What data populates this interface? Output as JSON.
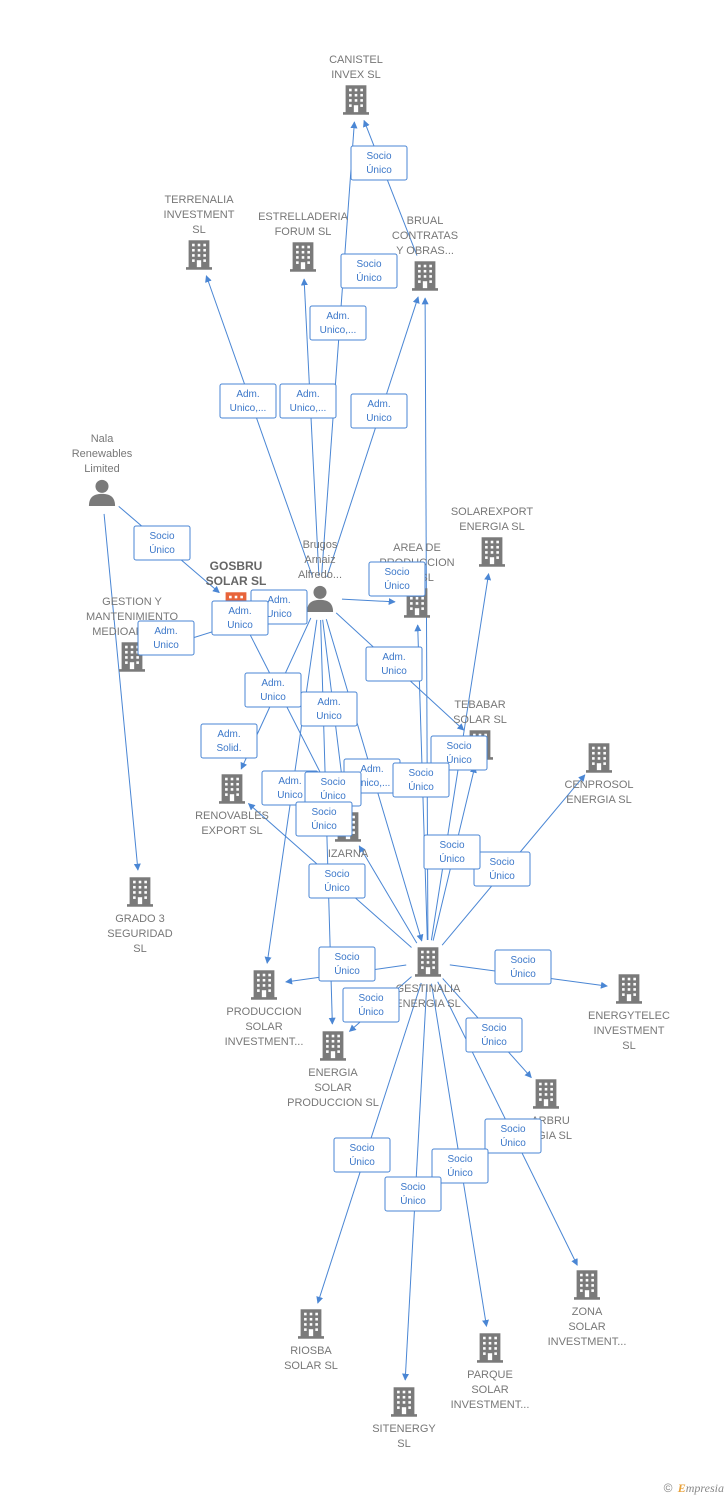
{
  "nodes": [
    {
      "id": "canistel",
      "type": "company",
      "lines": [
        "CANISTEL",
        "INVEX  SL"
      ]
    },
    {
      "id": "terrenalia",
      "type": "company",
      "lines": [
        "TERRENALIA",
        "INVESTMENT",
        "SL"
      ]
    },
    {
      "id": "estrelladeria",
      "type": "company",
      "lines": [
        "ESTRELLADERIA",
        "FORUM  SL"
      ]
    },
    {
      "id": "brual",
      "type": "company",
      "lines": [
        "BRUAL",
        "CONTRATAS",
        "Y OBRAS..."
      ]
    },
    {
      "id": "nala",
      "type": "person",
      "lines": [
        "Nala",
        "Renewables",
        "Limited"
      ]
    },
    {
      "id": "solarexport",
      "type": "company",
      "lines": [
        "SOLAREXPORT",
        "ENERGIA  SL"
      ]
    },
    {
      "id": "brugos",
      "type": "person",
      "lines": [
        "Brugos",
        "Arnaiz",
        "Alfredo..."
      ]
    },
    {
      "id": "gosbru",
      "type": "main",
      "lines": [
        "GOSBRU",
        "SOLAR  SL"
      ]
    },
    {
      "id": "area",
      "type": "company",
      "lines": [
        "AREA DE",
        "PRODUCCION",
        "...R  SL"
      ]
    },
    {
      "id": "gestion",
      "type": "company",
      "lines": [
        "GESTION Y",
        "MANTENIMIENTO",
        "MEDIOAMBIE..."
      ]
    },
    {
      "id": "tebabar",
      "type": "company",
      "lines": [
        "TEBABAR",
        "SOLAR  SL"
      ]
    },
    {
      "id": "cenprosol",
      "type": "company",
      "lines": [
        "CENPROSOL",
        "ENERGIA  SL"
      ]
    },
    {
      "id": "renovables",
      "type": "company",
      "lines": [
        "RENOVABLES",
        "EXPORT  SL"
      ]
    },
    {
      "id": "izarna",
      "type": "company",
      "lines": [
        "IZARNA",
        "...SL"
      ]
    },
    {
      "id": "grado3",
      "type": "company",
      "lines": [
        "GRADO 3",
        "SEGURIDAD",
        "SL"
      ]
    },
    {
      "id": "gestinalia",
      "type": "company",
      "lines": [
        "GESTINALIA",
        "ENERGIA  SL"
      ]
    },
    {
      "id": "produccion",
      "type": "company",
      "lines": [
        "PRODUCCION",
        "SOLAR",
        "INVESTMENT..."
      ]
    },
    {
      "id": "energytelec",
      "type": "company",
      "lines": [
        "ENERGYTELEC",
        "INVESTMENT",
        "SL"
      ]
    },
    {
      "id": "energiasolar",
      "type": "company",
      "lines": [
        "ENERGIA",
        "SOLAR",
        "PRODUCCION SL"
      ]
    },
    {
      "id": "garbru",
      "type": "company",
      "lines": [
        "...ARBRU",
        "...RGIA  SL"
      ]
    },
    {
      "id": "zona",
      "type": "company",
      "lines": [
        "ZONA",
        "SOLAR",
        "INVESTMENT..."
      ]
    },
    {
      "id": "riosba",
      "type": "company",
      "lines": [
        "RIOSBA",
        "SOLAR  SL"
      ]
    },
    {
      "id": "parque",
      "type": "company",
      "lines": [
        "PARQUE",
        "SOLAR",
        "INVESTMENT..."
      ]
    },
    {
      "id": "sitenergy",
      "type": "company",
      "lines": [
        "SITENERGY",
        "SL"
      ]
    }
  ],
  "edges": [
    {
      "from": "brual",
      "to": "canistel",
      "label": [
        "Socio",
        "Único"
      ]
    },
    {
      "from": "gestinalia",
      "to": "brual",
      "label": [
        "Socio",
        "Único"
      ]
    },
    {
      "from": "brugos",
      "to": "canistel",
      "label": [
        "Adm.",
        "Unico,..."
      ]
    },
    {
      "from": "brugos",
      "to": "terrenalia",
      "label": [
        "Adm.",
        "Unico,..."
      ]
    },
    {
      "from": "brugos",
      "to": "estrelladeria",
      "label": [
        "Adm.",
        "Unico,..."
      ]
    },
    {
      "from": "brugos",
      "to": "brual",
      "label": [
        "Adm.",
        "Unico"
      ]
    },
    {
      "from": "nala",
      "to": "gosbru",
      "label": [
        "Socio",
        "Único"
      ]
    },
    {
      "from": "nala",
      "to": "grado3",
      "label": [
        "Socio",
        "Único"
      ]
    },
    {
      "from": "brugos",
      "to": "area",
      "label": [
        "Adm.",
        "Unico"
      ]
    },
    {
      "from": "brugos",
      "to": "gosbru",
      "label": [
        "Adm.",
        "Unico"
      ]
    },
    {
      "from": "brugos",
      "to": "gestion",
      "label": [
        "Adm.",
        "Unico"
      ]
    },
    {
      "from": "brugos",
      "to": "tebabar",
      "label": [
        "Adm.",
        "Unico"
      ]
    },
    {
      "from": "brugos",
      "to": "renovables",
      "label": [
        "Adm.",
        "Solid."
      ]
    },
    {
      "from": "brugos",
      "to": "izarna",
      "label": [
        "Adm.",
        "Unico"
      ]
    },
    {
      "from": "brugos",
      "to": "produccion",
      "label": [
        "Adm.",
        "Unico"
      ]
    },
    {
      "from": "brugos",
      "to": "energiasolar",
      "label": [
        "Adm.",
        "Unico"
      ]
    },
    {
      "from": "brugos",
      "to": "gestinalia",
      "label": [
        "Adm.",
        "Unico,..."
      ]
    },
    {
      "from": "izarna",
      "to": "gosbru",
      "label": [
        "Socio",
        "Único"
      ]
    },
    {
      "from": "gestinalia",
      "to": "solarexport",
      "label": [
        "Socio",
        "Único"
      ]
    },
    {
      "from": "gestinalia",
      "to": "area",
      "label": [
        "Socio",
        "Único"
      ]
    },
    {
      "from": "gestinalia",
      "to": "tebabar",
      "label": [
        "Socio",
        "Único"
      ]
    },
    {
      "from": "gestinalia",
      "to": "cenprosol",
      "label": [
        "Socio",
        "Único"
      ]
    },
    {
      "from": "gestinalia",
      "to": "renovables",
      "label": [
        "Socio",
        "Único"
      ]
    },
    {
      "from": "gestinalia",
      "to": "izarna",
      "label": [
        "Socio",
        "Único"
      ]
    },
    {
      "from": "gestinalia",
      "to": "produccion",
      "label": [
        "Socio",
        "Único"
      ]
    },
    {
      "from": "gestinalia",
      "to": "energytelec",
      "label": [
        "Socio",
        "Único"
      ]
    },
    {
      "from": "gestinalia",
      "to": "energiasolar",
      "label": [
        "Socio",
        "Único"
      ]
    },
    {
      "from": "gestinalia",
      "to": "garbru",
      "label": [
        "Socio",
        "Único"
      ]
    },
    {
      "from": "gestinalia",
      "to": "zona",
      "label": [
        "Socio",
        "Único"
      ]
    },
    {
      "from": "gestinalia",
      "to": "riosba",
      "label": [
        "Socio",
        "Único"
      ]
    },
    {
      "from": "gestinalia",
      "to": "parque",
      "label": [
        "Socio",
        "Único"
      ]
    },
    {
      "from": "gestinalia",
      "to": "sitenergy",
      "label": [
        "Socio",
        "Único"
      ]
    }
  ],
  "colors": {
    "edge": "#4a86d4",
    "node_icon": "#7a7a7a",
    "main_icon": "#e8643a",
    "label_text": "#777777"
  },
  "footer": {
    "copyright": "©",
    "brand_initial": "E",
    "brand_rest": "mpresia"
  }
}
